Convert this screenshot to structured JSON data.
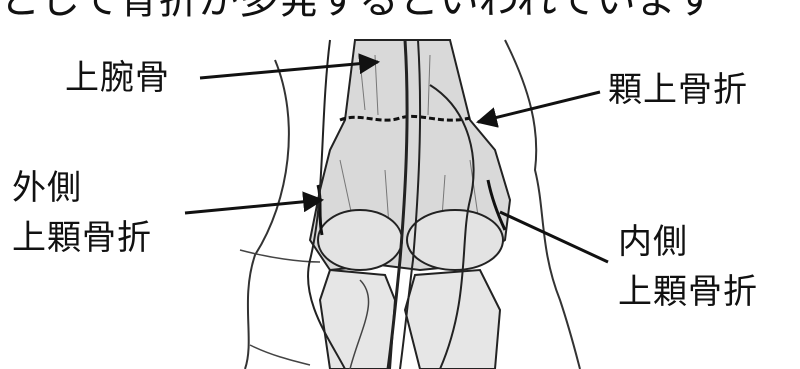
{
  "top_caption": "として骨折が多発するといわれています",
  "labels": {
    "humerus": "上腕骨",
    "supracondylar": "顆上骨折",
    "lateral_line1": "外側",
    "lateral_line2": "上顆骨折",
    "medial_line1": "内側",
    "medial_line2": "上顆骨折"
  },
  "colors": {
    "ink": "#111111",
    "paper": "#ffffff",
    "bone_shade": "#d9d9d9"
  }
}
